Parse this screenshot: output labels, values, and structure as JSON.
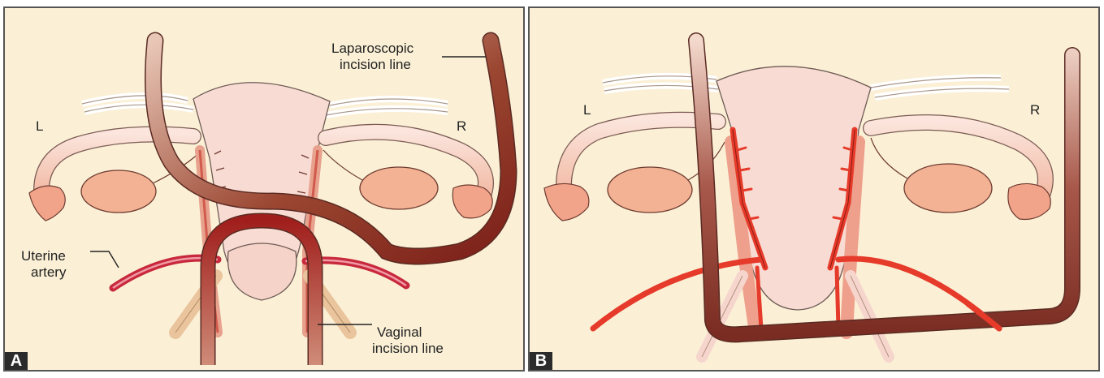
{
  "panel_a": {
    "badge": "A",
    "side_left": "L",
    "side_right": "R",
    "laparoscopic_line1": "Laparoscopic",
    "laparoscopic_line2": "incision line",
    "uterine_line1": "Uterine",
    "uterine_line2": "artery",
    "vaginal_line1": "Vaginal",
    "vaginal_line2": "incision line"
  },
  "panel_b": {
    "badge": "B",
    "side_left": "L",
    "side_right": "R"
  },
  "colors": {
    "background": "#fbf0d6",
    "uterus": "#f8dcd3",
    "ovary": "#f3b293",
    "incision_line": "#8e3a2a",
    "artery": "#e63a2a",
    "artery_dark": "#c8283c"
  }
}
